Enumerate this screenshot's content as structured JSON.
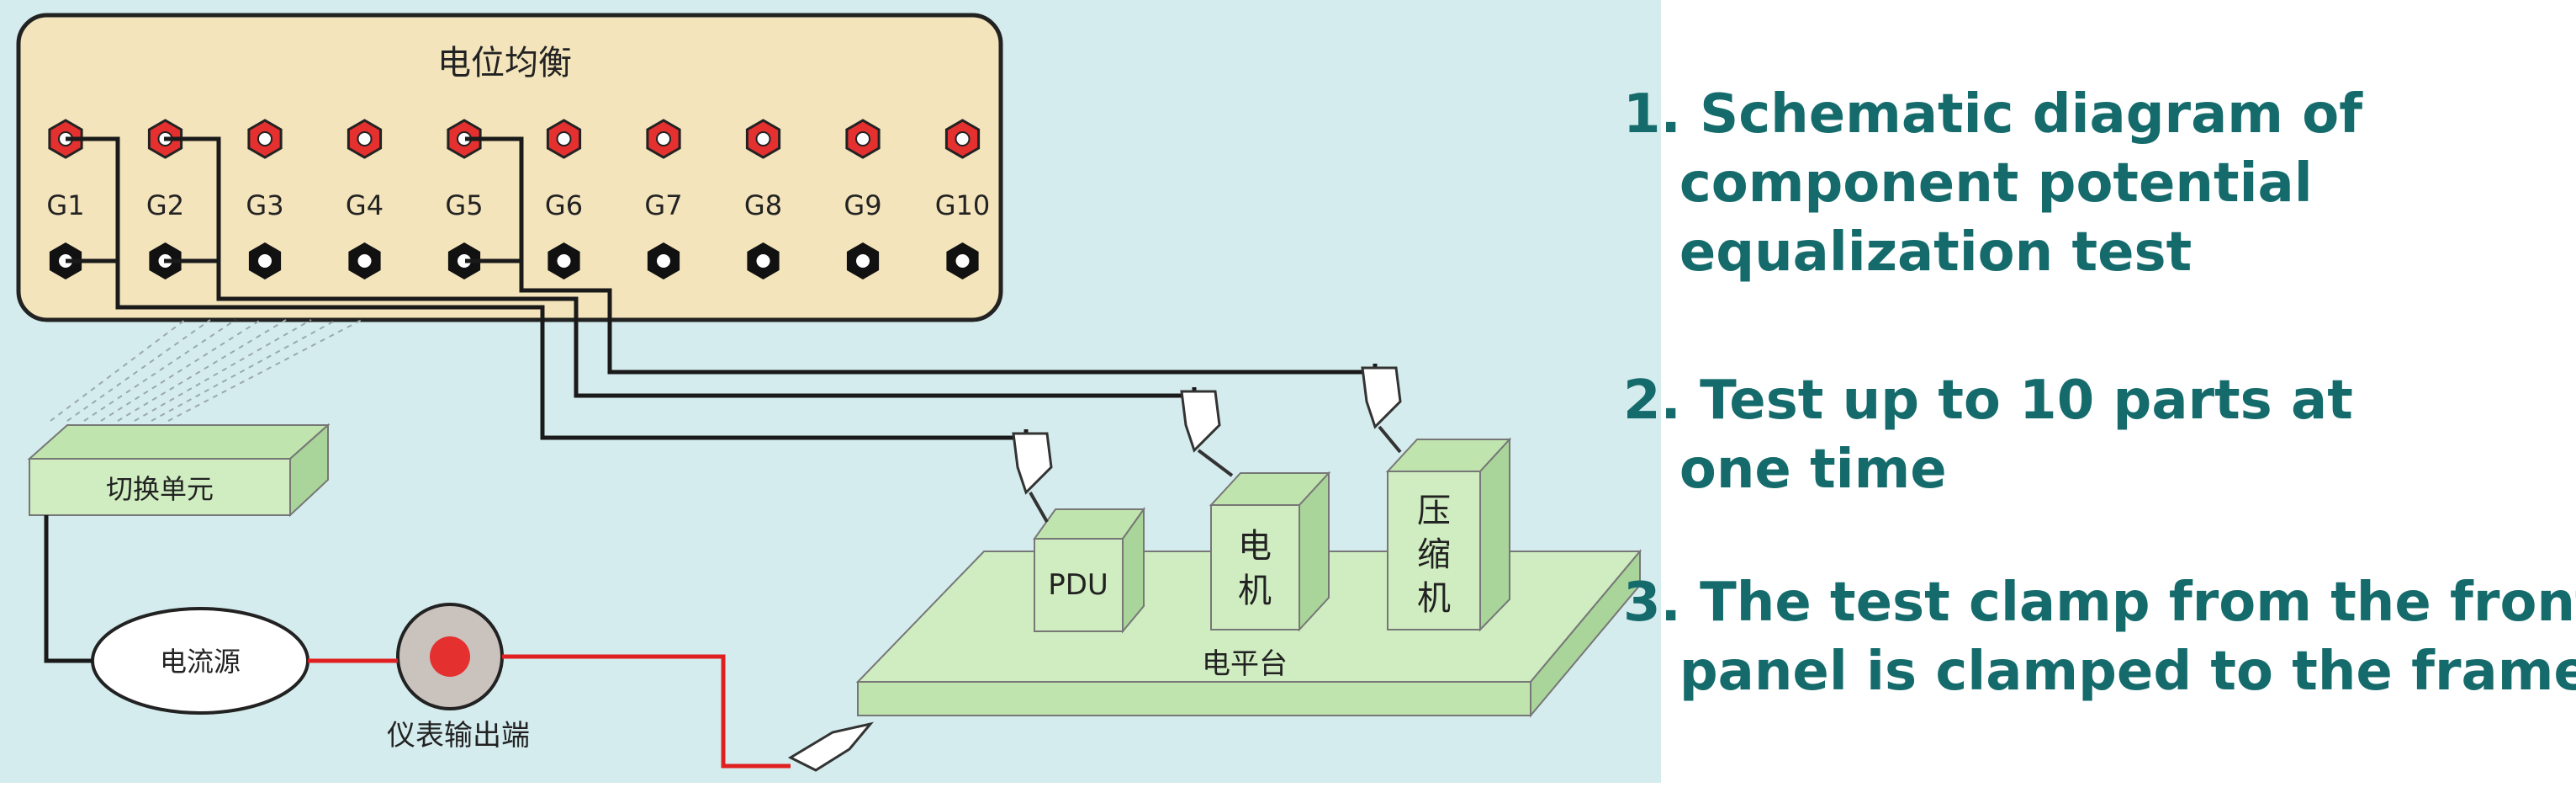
{
  "panel": {
    "title": "电位均衡",
    "terminals": [
      "G1",
      "G2",
      "G3",
      "G4",
      "G5",
      "G6",
      "G7",
      "G8",
      "G9",
      "G10"
    ]
  },
  "boxes": {
    "switch_unit": "切换单元",
    "current_source": "电流源",
    "meter_output": "仪表输出端",
    "platform": "电平台",
    "pdu": "PDU",
    "motor": "电机",
    "compressor": "压缩机"
  },
  "notes": [
    {
      "number": "1.",
      "lines": [
        "Schematic diagram of",
        "component potential",
        "equalization test"
      ]
    },
    {
      "number": "2.",
      "lines": [
        "Test up to 10 parts at",
        "one time"
      ]
    },
    {
      "number": "3.",
      "lines": [
        "The test clamp from the front",
        "panel is clamped to the frame"
      ]
    }
  ],
  "colors": {
    "background": "#d5ecee",
    "panel": "#f3e4bb",
    "platform": "#cfedc0",
    "wire_red": "#e02020",
    "terminal_red": "#e53030",
    "note_text": "#156b6b"
  }
}
